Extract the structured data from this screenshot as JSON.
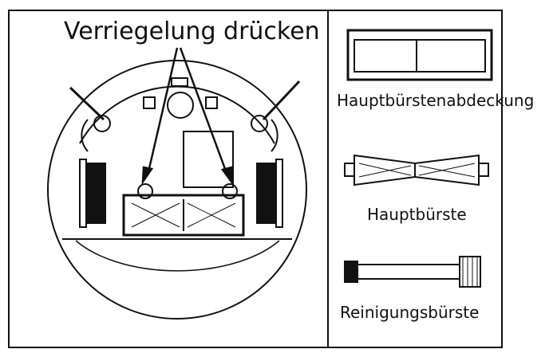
{
  "labels": {
    "lock_instruction": "Verriegelung drücken",
    "main_brush_cover": "Hauptbürstenabdeckung",
    "main_brush": "Hauptbürste",
    "cleaning_brush": "Reinigungsbürste"
  },
  "colors": {
    "line": "#111111",
    "background": "#ffffff"
  }
}
